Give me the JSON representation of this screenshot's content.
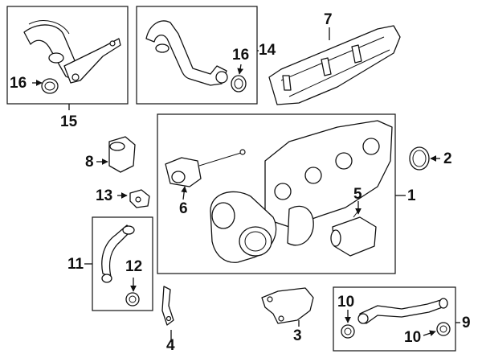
{
  "diagram": {
    "callouts": {
      "c1": "1",
      "c2": "2",
      "c3": "3",
      "c4": "4",
      "c5": "5",
      "c6": "6",
      "c7": "7",
      "c8": "8",
      "c9": "9",
      "c10a": "10",
      "c10b": "10",
      "c11": "11",
      "c12": "12",
      "c13": "13",
      "c14": "14",
      "c15": "15",
      "c16a": "16",
      "c16b": "16"
    },
    "colors": {
      "ink": "#111111",
      "background": "#ffffff"
    }
  }
}
